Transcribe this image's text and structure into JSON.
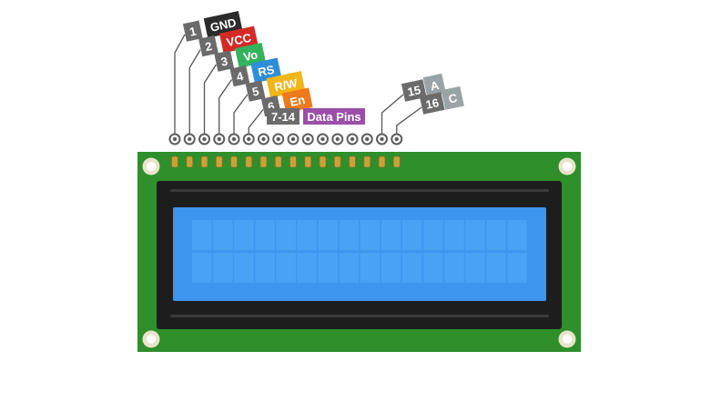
{
  "pins": [
    {
      "num": "1",
      "label": "GND",
      "color": "#2b2b2b"
    },
    {
      "num": "2",
      "label": "VCC",
      "color": "#d42a27"
    },
    {
      "num": "3",
      "label": "Vo",
      "color": "#33b45c"
    },
    {
      "num": "4",
      "label": "RS",
      "color": "#2e8fd8"
    },
    {
      "num": "5",
      "label": "R/W",
      "color": "#f2b51a"
    },
    {
      "num": "6",
      "label": "En",
      "color": "#ee7a1b"
    }
  ],
  "data_pins": {
    "num": "7-14",
    "label": "Data Pins",
    "color": "#9b4fa8"
  },
  "backlight_pins": [
    {
      "num": "15",
      "label": "A",
      "color": "#9aa3a6"
    },
    {
      "num": "16",
      "label": "C",
      "color": "#9aa3a6"
    }
  ],
  "colors": {
    "pcb": "#2e8f2b",
    "bezel": "#1d1d1d",
    "screen": "#3d95ee",
    "cell": "#4aa2f7",
    "number_tag": "#6b6b6b",
    "header_pin": "#c8a33b"
  },
  "display": {
    "rows": 2,
    "columns": 16
  }
}
